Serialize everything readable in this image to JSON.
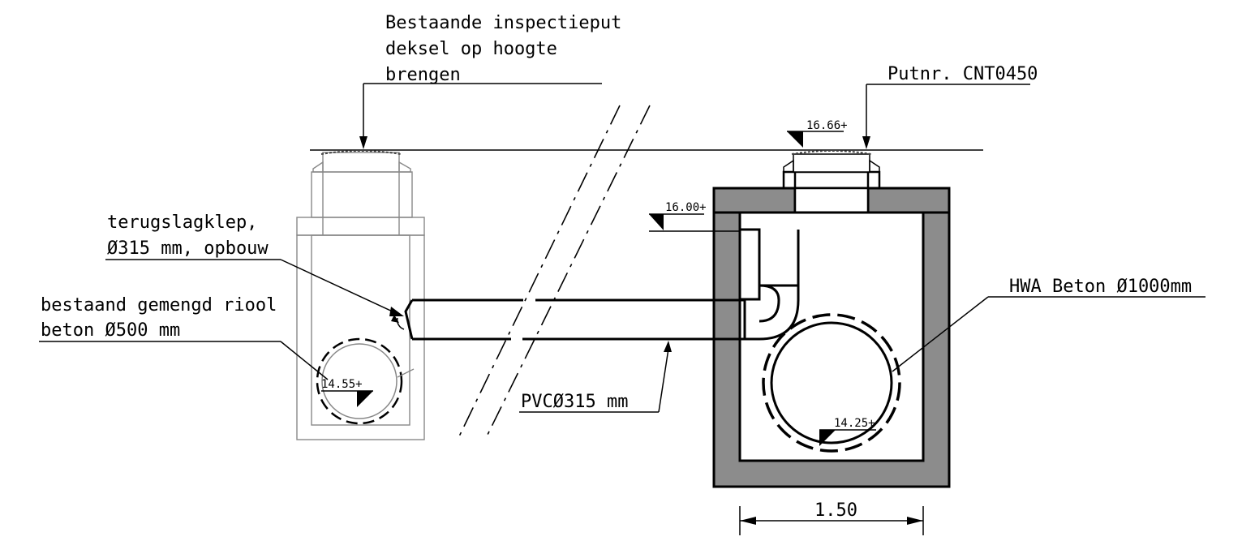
{
  "labels": {
    "existing_manhole_line1": "Bestaande inspectieput",
    "existing_manhole_line2": "deksel op hoogte",
    "existing_manhole_line3": "brengen",
    "manhole_number": "Putnr. CNT0450",
    "check_valve_line1": "terugslagklep,",
    "check_valve_line2": "Ø315 mm, opbouw",
    "existing_sewer_line1": "bestaand gemengd riool",
    "existing_sewer_line2": "beton Ø500 mm",
    "pipe_label": "PVCØ315 mm",
    "hwa_label": "HWA Beton Ø1000mm",
    "dimension_width": "1.50"
  },
  "levels": {
    "cover_level": "16.66+",
    "inlet_level": "16.00+",
    "existing_invert": "14.55+",
    "hwa_invert": "14.25+"
  },
  "colors": {
    "line": "#000000",
    "concrete_fill": "#8c8c8c",
    "existing_structure": "#888888",
    "background": "#ffffff"
  }
}
